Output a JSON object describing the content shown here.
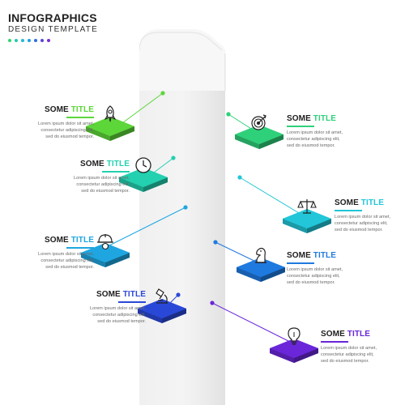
{
  "header": {
    "title": "INFOGRAPHICS",
    "subtitle": "DESIGN TEMPLATE",
    "dot_colors": [
      "#2dd46b",
      "#28c8a8",
      "#20b9d6",
      "#1e9fe0",
      "#2a6fdd",
      "#5a44d8",
      "#7b2bd6"
    ]
  },
  "steps": [
    {
      "title_a": "SOME",
      "title_b": "TITLE",
      "desc": [
        "Lorem ipsum dolor sit amet,",
        "consectetur adipiscing elit,",
        "sed do eiusmod tempor."
      ],
      "color": "#5dd63a",
      "side": "left",
      "icon": "rocket-icon"
    },
    {
      "title_a": "SOME",
      "title_b": "TITLE",
      "desc": [
        "Lorem ipsum dolor sit amet,",
        "consectetur adipiscing elit,",
        "sed do eiusmod tempor."
      ],
      "color": "#2fd07a",
      "side": "right",
      "icon": "target-icon"
    },
    {
      "title_a": "SOME",
      "title_b": "TITLE",
      "desc": [
        "Lorem ipsum dolor sit amet,",
        "consectetur adipiscing elit,",
        "sed do eiusmod tempor."
      ],
      "color": "#23d0b0",
      "side": "left",
      "icon": "clock-icon"
    },
    {
      "title_a": "SOME",
      "title_b": "TITLE",
      "desc": [
        "Lorem ipsum dolor sit amet,",
        "consectetur adipiscing elit,",
        "sed do eiusmod tempor."
      ],
      "color": "#22c6d8",
      "side": "right",
      "icon": "scales-icon"
    },
    {
      "title_a": "SOME",
      "title_b": "TITLE",
      "desc": [
        "Lorem ipsum dolor sit amet,",
        "consectetur adipiscing elit,",
        "sed do eiusmod tempor."
      ],
      "color": "#1fa6e0",
      "side": "left",
      "icon": "gear-helmet-icon"
    },
    {
      "title_a": "SOME",
      "title_b": "TITLE",
      "desc": [
        "Lorem ipsum dolor sit amet,",
        "consectetur adipiscing elit,",
        "sed do eiusmod tempor."
      ],
      "color": "#1f7ae0",
      "side": "right",
      "icon": "chess-knight-icon"
    },
    {
      "title_a": "SOME",
      "title_b": "TITLE",
      "desc": [
        "Lorem ipsum dolor sit amet,",
        "consectetur adipiscing elit,",
        "sed do eiusmod tempor."
      ],
      "color": "#2a48d8",
      "side": "left",
      "icon": "microscope-icon"
    },
    {
      "title_a": "SOME",
      "title_b": "TITLE",
      "desc": [
        "Lorem ipsum dolor sit amet,",
        "consectetur adipiscing elit,",
        "sed do eiusmod tempor."
      ],
      "color": "#6a26d8",
      "side": "right",
      "icon": "lightbulb-icon"
    }
  ]
}
